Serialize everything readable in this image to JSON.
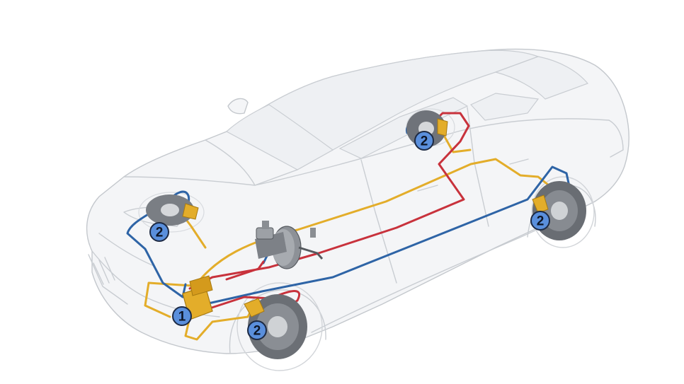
{
  "colors": {
    "background": "#ffffff",
    "car_outline": "#c9cdd2",
    "line_red": "#c8323c",
    "line_blue": "#2e64a6",
    "line_yellow": "#e3ad2a",
    "badge_fill": "#5a8fdc",
    "badge_text": "#0d1526",
    "disc": "#6b6f75"
  },
  "badges": {
    "abs_unit": "1",
    "front_left_brake": "2",
    "front_right_brake": "2",
    "rear_left_brake": "2",
    "rear_right_brake": "2"
  },
  "icons": [
    "car-outline-icon",
    "brake-disc-icon",
    "brake-booster-icon",
    "abs-module-icon"
  ]
}
